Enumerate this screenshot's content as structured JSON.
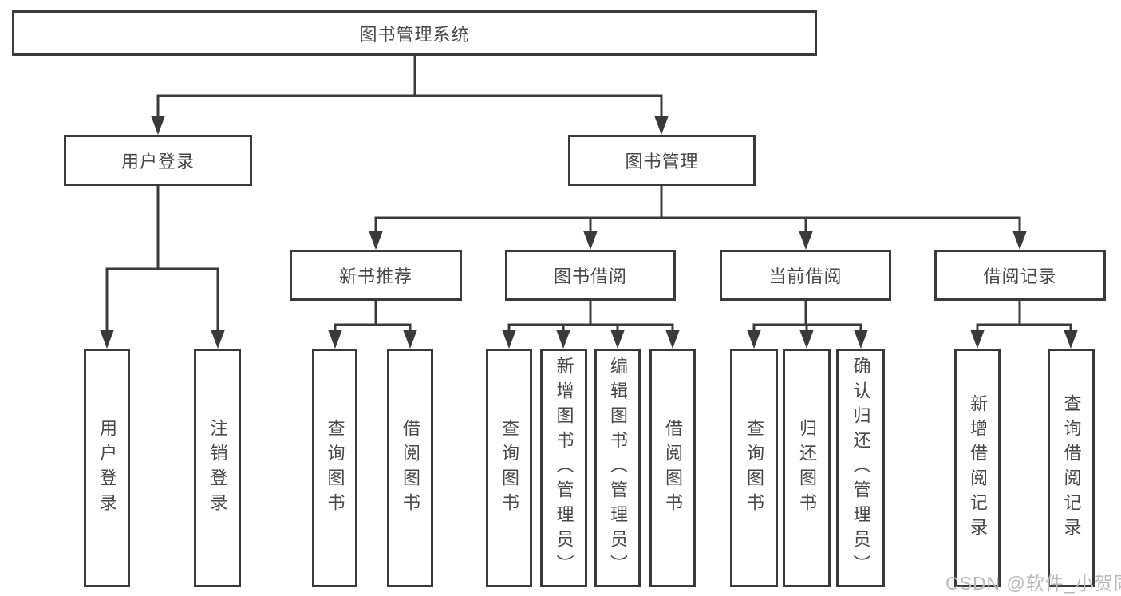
{
  "diagram": {
    "title": "图书管理系统",
    "type": "hierarchy-tree",
    "colors": {
      "line": "#3a3a3a",
      "box_border": "#3a3a3a",
      "text": "#484848",
      "background": "#ffffff",
      "watermark_text_color": "#b9b9b9"
    },
    "nodes": {
      "root": "图书管理系统",
      "branches": {
        "user_login": "用户登录",
        "book_mgmt": "图书管理"
      },
      "modules": {
        "new_book_rec": "新书推荐",
        "book_borrow": "图书借阅",
        "current_borrow": "当前借阅",
        "borrow_records": "借阅记录"
      },
      "leaves": {
        "user_login": "用户登录",
        "logout": "注销登录",
        "rec_query_books": "查询图书",
        "rec_borrow_books": "借阅图书",
        "bb_query_books": "查询图书",
        "bb_add_books": "新增图书（管理员）",
        "bb_edit_books": "编辑图书（管理员）",
        "bb_borrow_books": "借阅图书",
        "cb_query_books": "查询图书",
        "cb_return_books": "归还图书",
        "cb_confirm_return": "确认归还（管理员）",
        "br_add_record": "新增借阅记录",
        "br_query_record": "查询借阅记录"
      }
    },
    "watermark": "CSDN @软件_小贺同学"
  }
}
